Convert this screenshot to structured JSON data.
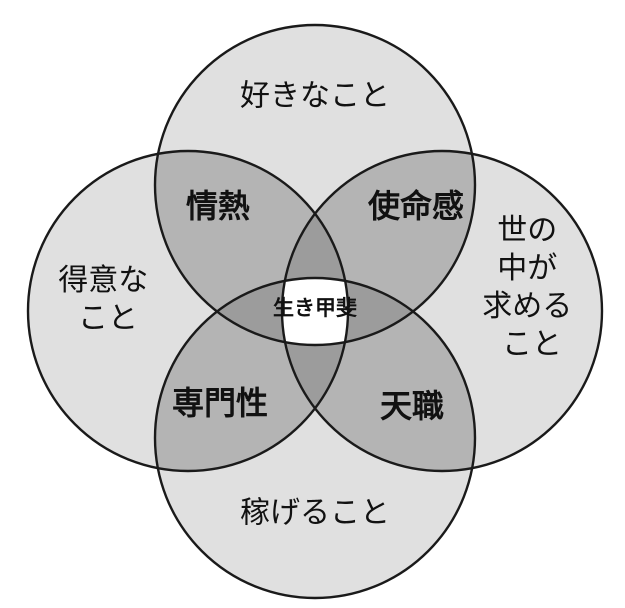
{
  "diagram": {
    "circles": {
      "top": "好きなこと",
      "left": [
        "得意な",
        "こと"
      ],
      "right": [
        "世の",
        "中が",
        "求める",
        "こと"
      ],
      "bottom": "稼げること"
    },
    "intersections": {
      "top_left": "情熱",
      "top_right": "使命感",
      "bottom_left": "専門性",
      "bottom_right": "天職"
    },
    "center": "生き甲斐"
  },
  "colors": {
    "single": "#e0e0e0",
    "double": "#b4b4b4",
    "triple": "#9c9c9c",
    "center": "#ffffff",
    "stroke": "#1a1a1a"
  }
}
